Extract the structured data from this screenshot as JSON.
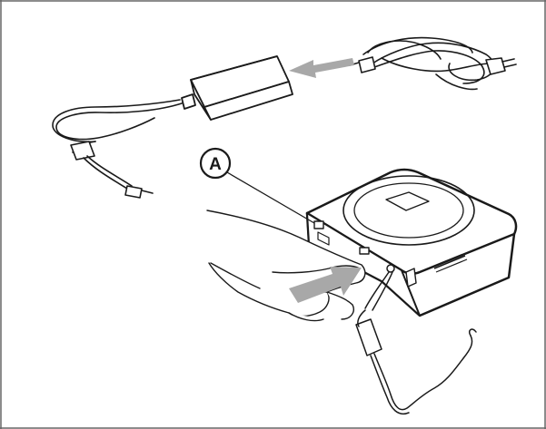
{
  "figure": {
    "callout": {
      "label": "A",
      "icon": "callout-circle-icon"
    },
    "components": [
      {
        "name": "ac-power-cord",
        "icon": "plug-icon"
      },
      {
        "name": "power-adapter",
        "icon": "adapter-brick-icon"
      },
      {
        "name": "dc-cable",
        "icon": "dc-plug-icon"
      },
      {
        "name": "printer",
        "icon": "printer-icon"
      },
      {
        "name": "insertion-arrow",
        "icon": "arrow-icon"
      }
    ],
    "colors": {
      "line": "#1a1a1a",
      "frame": "#555555",
      "arrow": "#a8a8a8",
      "body_fill": "#ffffff"
    }
  }
}
